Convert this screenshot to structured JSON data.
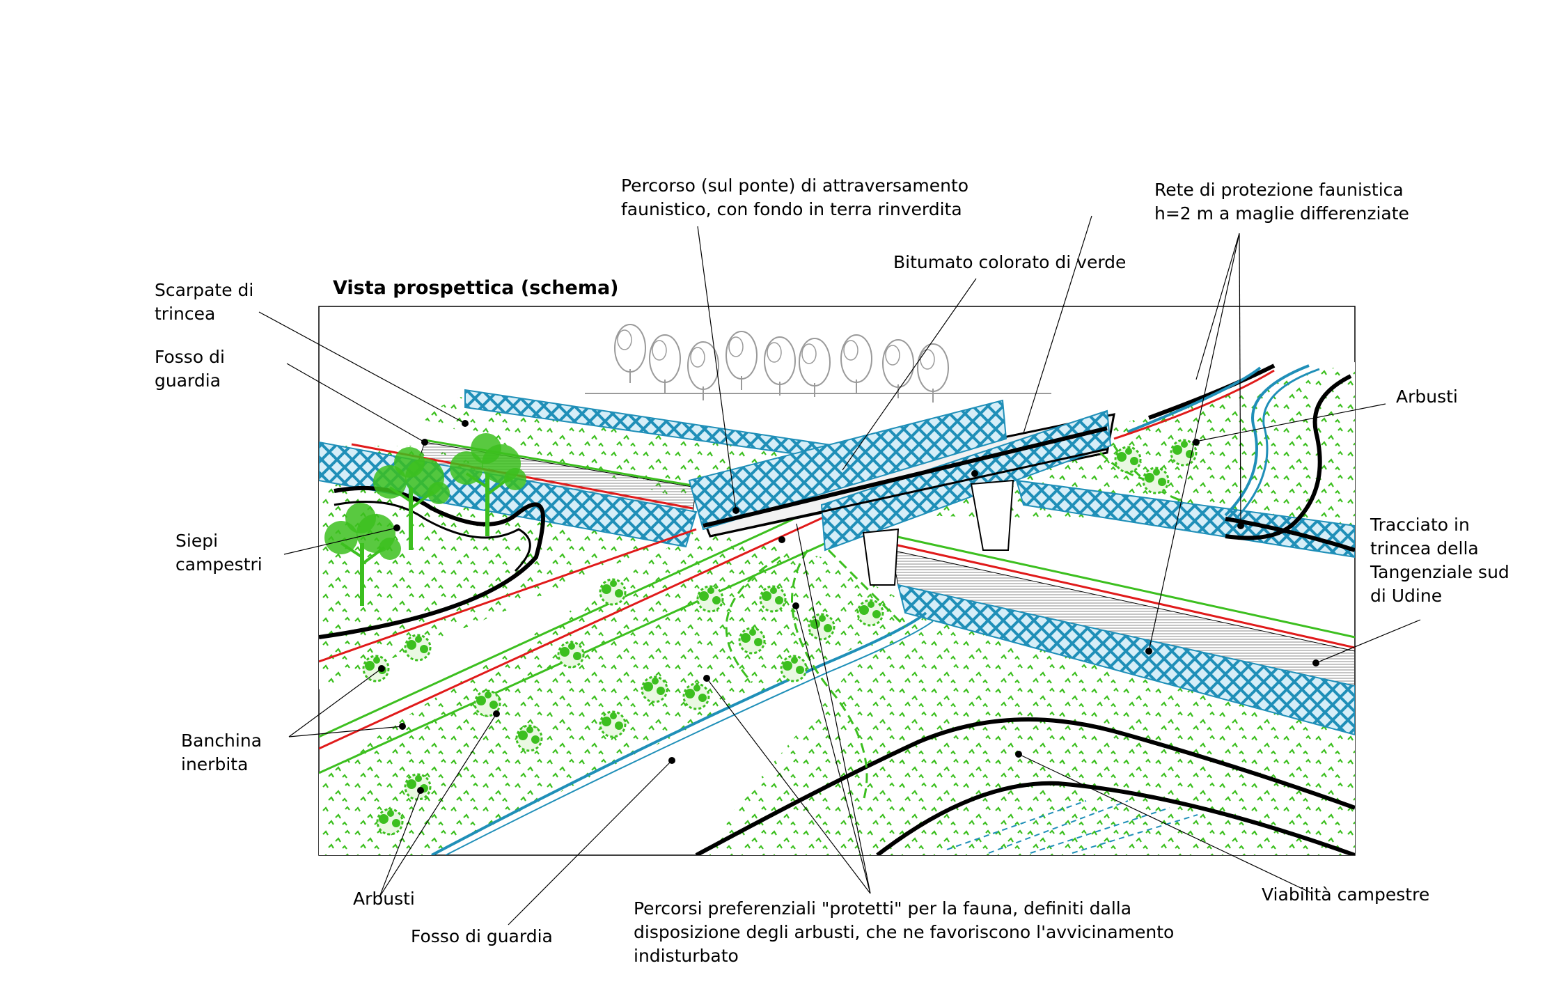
{
  "title": "Vista prospettica (schema)",
  "labels": {
    "percorso_ponte": "Percorso (sul ponte) di attraversamento\nfaunistico, con fondo in terra rinverdita",
    "rete": "Rete di protezione faunistica\nh=2 m a maglie differenziate",
    "bitumato": "Bitumato colorato di verde",
    "scarpate": "Scarpate di\ntrincea",
    "fosso_guardia_top": "Fosso di\nguardia",
    "arbusti_right": "Arbusti",
    "siepi": "Siepi\ncampestri",
    "tracciato": "Tracciato in\ntrincea della\nTangenziale sud\ndi Udine",
    "banchina": "Banchina\ninerbita",
    "arbusti_bottom": "Arbusti",
    "fosso_guardia_bottom": "Fosso di guardia",
    "percorsi": "Percorsi preferenziali \"protetti\" per la fauna, definiti dalla\ndisposizione degli arbusti, che ne favoriscono l'avvicinamento\nindisturbato",
    "viabilita": "Viabilità campestre"
  },
  "colors": {
    "vegetation": "#3cbf1f",
    "fence": "#1f8fb8",
    "road_edge": "#e01a1a",
    "line": "#000000",
    "trees": "#9a9a9a"
  }
}
